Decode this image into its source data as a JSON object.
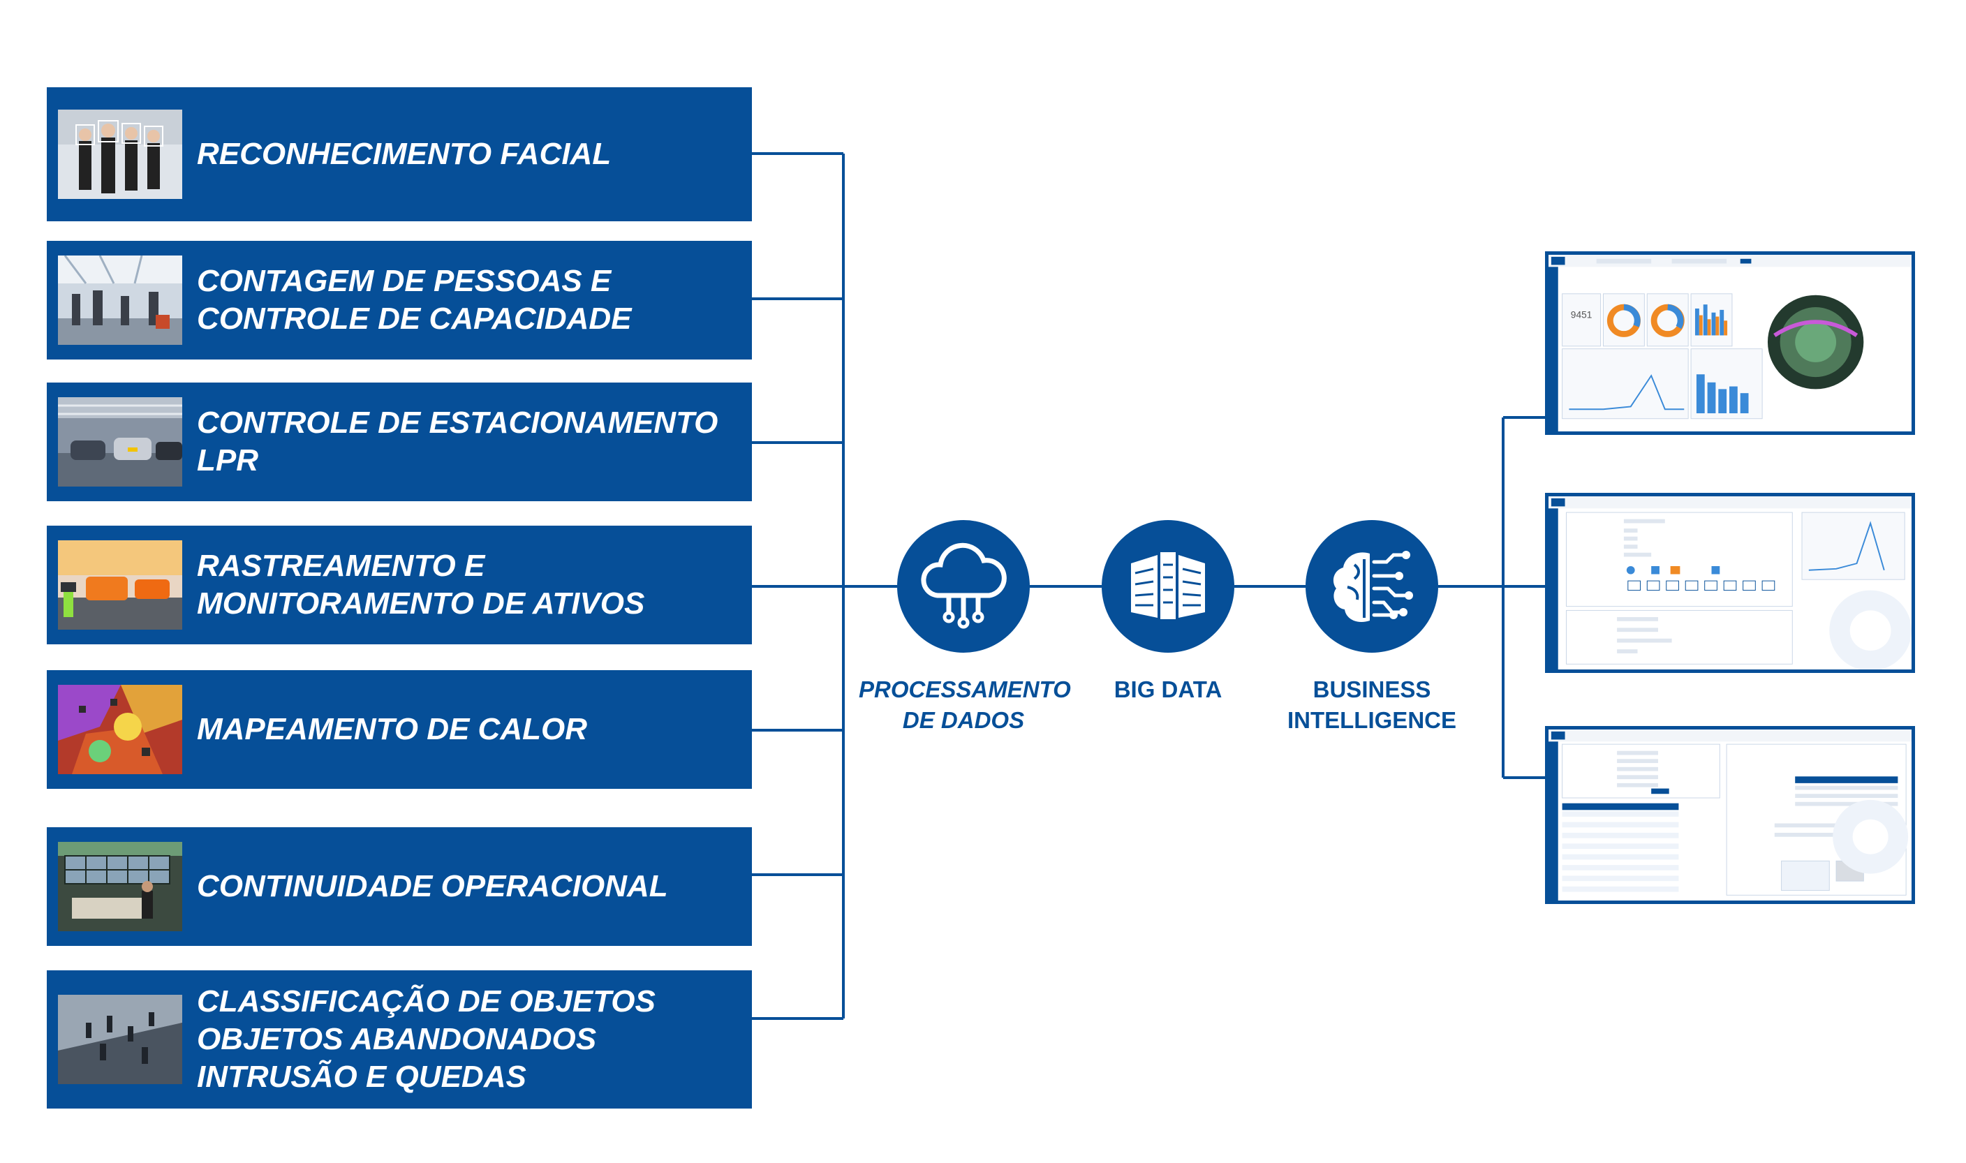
{
  "features": [
    {
      "label": "RECONHECIMENTO FACIAL",
      "thumb": "faces-crowd-photo"
    },
    {
      "label": "CONTAGEM DE PESSOAS E\nCONTROLE DE CAPACIDADE",
      "thumb": "airport-people-photo"
    },
    {
      "label": "CONTROLE DE ESTACIONAMENTO\nLPR",
      "thumb": "parking-garage-photo"
    },
    {
      "label": "RASTREAMENTO E\nMONITORAMENTO DE ATIVOS",
      "thumb": "luggage-belt-photo"
    },
    {
      "label": "MAPEAMENTO DE CALOR",
      "thumb": "heatmap-photo"
    },
    {
      "label": "CONTINUIDADE OPERACIONAL",
      "thumb": "control-room-photo"
    },
    {
      "label": "CLASSIFICAÇÃO DE OBJETOS\nOBJETOS ABANDONADOS\nINTRUSÃO E QUEDAS",
      "thumb": "walkway-people-photo"
    }
  ],
  "pipeline": [
    {
      "label": "PROCESSAMENTO\nDE DADOS",
      "icon": "cloud-network-icon"
    },
    {
      "label": "BIG DATA",
      "icon": "server-buildings-icon"
    },
    {
      "label": "BUSINESS\nINTELLIGENCE",
      "icon": "brain-circuit-icon"
    }
  ],
  "screens": [
    {
      "name": "dashboard-screenshot",
      "counter": "9451"
    },
    {
      "name": "report-config-screenshot"
    },
    {
      "name": "search-results-screenshot"
    }
  ],
  "colors": {
    "brand": "#064f98",
    "line": "#064f98"
  }
}
